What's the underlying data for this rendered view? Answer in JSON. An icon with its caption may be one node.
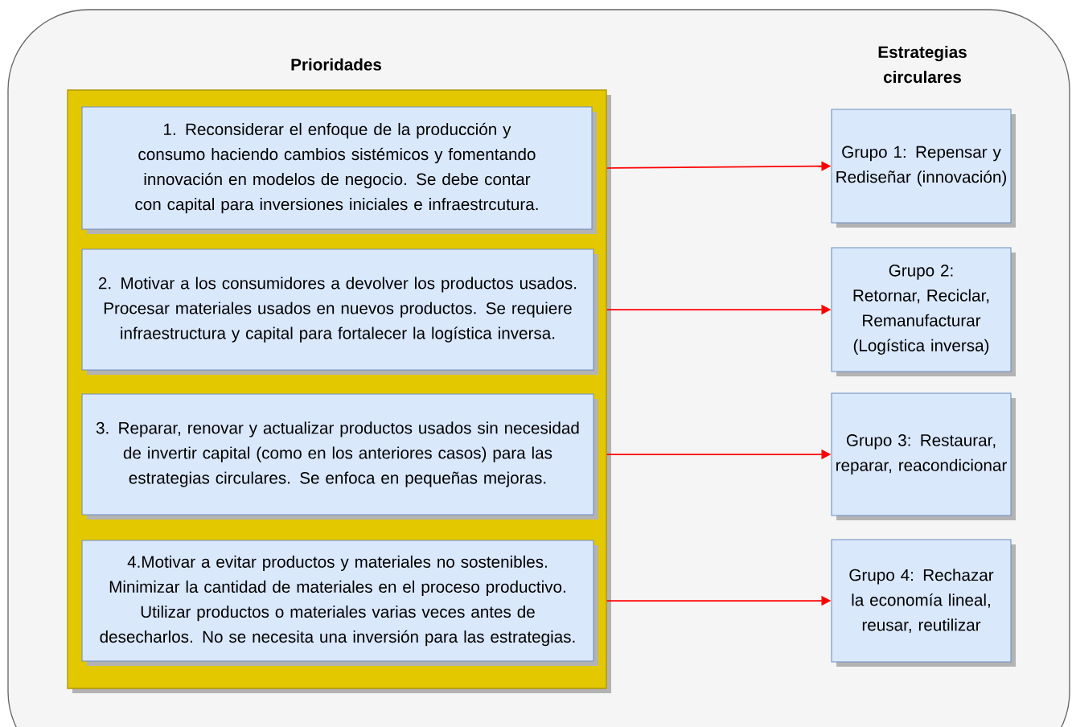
{
  "diagram": {
    "nodes": [
      {
        "text": [
          "Prioridades"
        ]
      },
      {
        "text": [
          "1. Reconsiderar el enfoque de la producción y consumo haciendo cambios sistémicos y fomentando innovación en modelos de negocio. Se debe contar con capital para inversiones iniciales e infraestrcutura."
        ],
        "in": 0
      },
      {
        "text": [
          "2. Motivar a los consumidores a devolver los productos usados. Procesar materiales usados en nuevos productos. Se requiere infraestructura y capital para fortalecer la logística inversa."
        ],
        "in": 0
      },
      {
        "text": [
          "3. Reparar, renovar y actualizar productos usados sin necesidad de invertir capital  (como en los anteriores casos) para las estrategias circulares. Se enfoca en pequeñas mejoras."
        ],
        "in": 0
      },
      {
        "text": [
          "4.Motivar a evitar productos y materiales no sostenibles. Minimizar la cantidad de materiales en el proceso productivo. Utilizar productos o materiales varias veces antes de desecharlos. No se necesita una inversión para las estrategias."
        ],
        "in": 0
      },
      {
        "text": [
          "Grupo 1: Repensar y Rediseñar (innovación)"
        ]
      },
      {
        "text": [
          "Grupo 2: Retornar, Reciclar, Remanufacturar (Logística inversa)"
        ]
      },
      {
        "text": [
          "Grupo 3: Restaurar, reparar, reacondicionar"
        ]
      },
      {
        "text": [
          "Grupo 4: Rechazar la economía lineal, reusar, reutilizar"
        ]
      }
    ],
    "edges": [
      {
        "from": 1,
        "to": 5,
        "arrow": "to"
      },
      {
        "from": 2,
        "to": 6,
        "arrow": "to"
      },
      {
        "from": 3,
        "to": 7,
        "arrow": "to"
      },
      {
        "from": 4,
        "to": 8,
        "arrow": "to"
      }
    ],
    "labels": [
      "Estrategias circulares"
    ]
  }
}
